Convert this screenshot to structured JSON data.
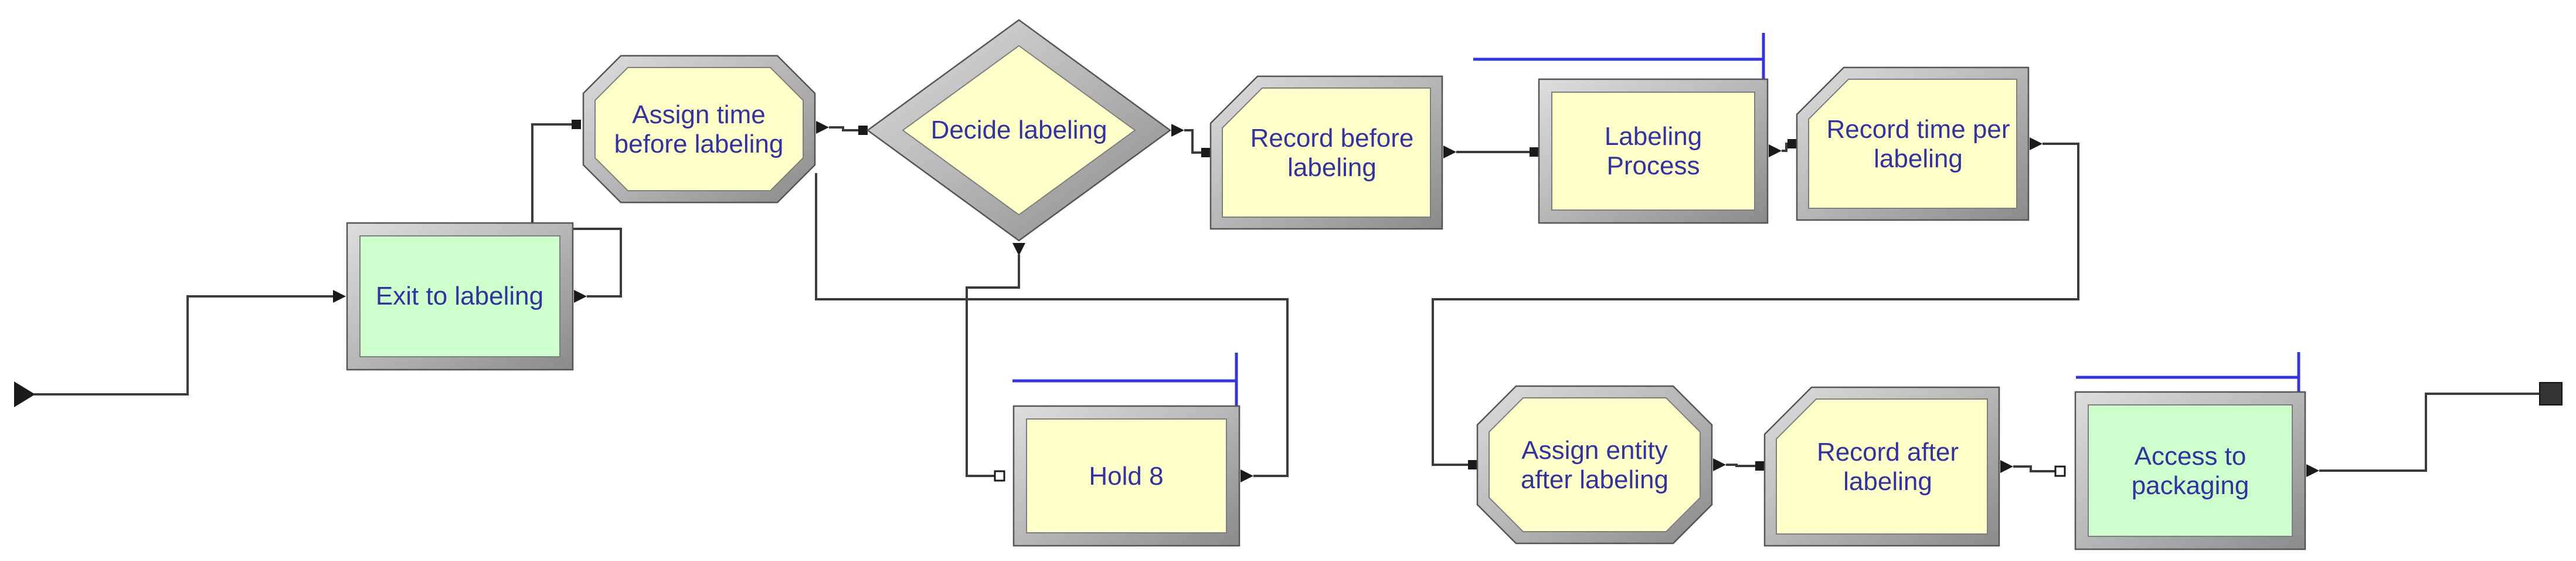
{
  "colors": {
    "canvas_bg": "#FFFFFF",
    "module_yellow": "#FFFFC9",
    "module_green": "#CCFFCC",
    "bevel_light": "#DEDEDE",
    "bevel_mid": "#B6B6B6",
    "bevel_dark": "#8A8A8A",
    "shape_outline": "#54545A",
    "inner_outline": "#7E7E7E",
    "label_text": "#3232A0",
    "connector_line": "#3C3C3C",
    "marker_black": "#1A1A1A",
    "tbar_blue": "#3434DC"
  },
  "icons": {
    "start_marker": "play-triangle-icon",
    "end_marker": "stop-square-icon",
    "entry_point": "square-connector",
    "exit_point": "arrow-connector",
    "queue_bar": "blue-level-indicator"
  },
  "modules": {
    "exit_to_labeling": {
      "label": "Exit to labeling",
      "shape": "rectangle",
      "fill": "green"
    },
    "assign_time_before_labeling": {
      "label": "Assign time\nbefore labeling",
      "shape": "octagon",
      "fill": "yellow"
    },
    "decide_labeling": {
      "label": "Decide labeling",
      "shape": "diamond",
      "fill": "yellow"
    },
    "record_before_labeling": {
      "label": "Record before\nlabeling",
      "shape": "chamfered-rectangle",
      "fill": "yellow"
    },
    "labeling_process": {
      "label": "Labeling\nProcess",
      "shape": "rectangle",
      "fill": "yellow"
    },
    "record_time_per_labeling": {
      "label": "Record time per\nlabeling",
      "shape": "chamfered-rectangle",
      "fill": "yellow"
    },
    "hold_8": {
      "label": "Hold 8",
      "shape": "rectangle",
      "fill": "yellow"
    },
    "assign_entity_after_labeling": {
      "label": "Assign entity\nafter labeling",
      "shape": "octagon",
      "fill": "yellow"
    },
    "record_after_labeling": {
      "label": "Record after\nlabeling",
      "shape": "chamfered-rectangle",
      "fill": "yellow"
    },
    "access_to_packaging": {
      "label": "Access to\npackaging",
      "shape": "rectangle",
      "fill": "green"
    }
  }
}
